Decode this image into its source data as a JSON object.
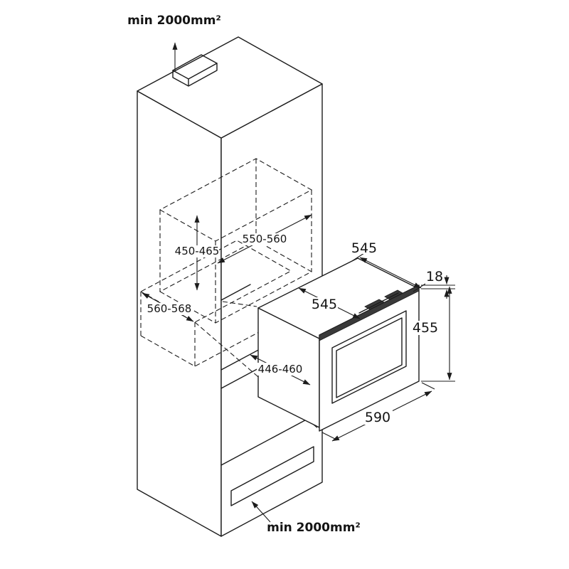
{
  "figure": {
    "top_vent_label": "min 2000mm²",
    "bottom_vent_label": "min 2000mm²",
    "dimensions": {
      "niche_height_range": "450-465",
      "niche_width_range": "550-560",
      "niche_depth_range": "560-568",
      "insertion_depth_range": "446-460",
      "overall_depth": "545",
      "body_depth": "545",
      "door_thickness": "18",
      "front_height": "455",
      "front_width": "590"
    },
    "colors": {
      "line": "#1c1c1c",
      "background": "#ffffff"
    }
  }
}
